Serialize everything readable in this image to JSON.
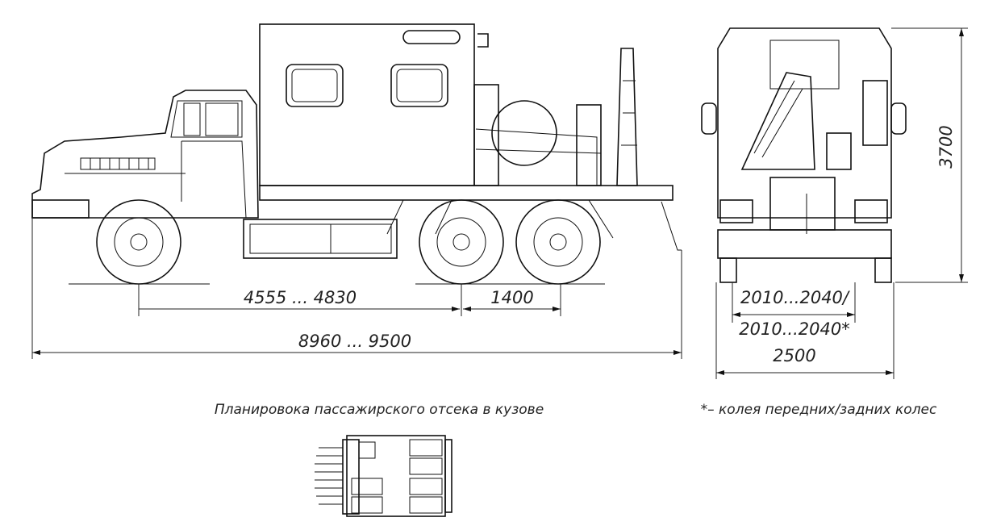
{
  "dimensions": {
    "wheelbase": "4555 ... 4830",
    "rear_axle_spacing": "1400",
    "overall_length": "8960 ... 9500",
    "height": "3700",
    "track_front": "2010...2040/",
    "track_rear": "2010...2040*",
    "overall_width": "2500"
  },
  "captions": {
    "layout_title": "Планировока пассажирского отсека в кузове",
    "footnote": "*– колея передних/задних колес"
  }
}
